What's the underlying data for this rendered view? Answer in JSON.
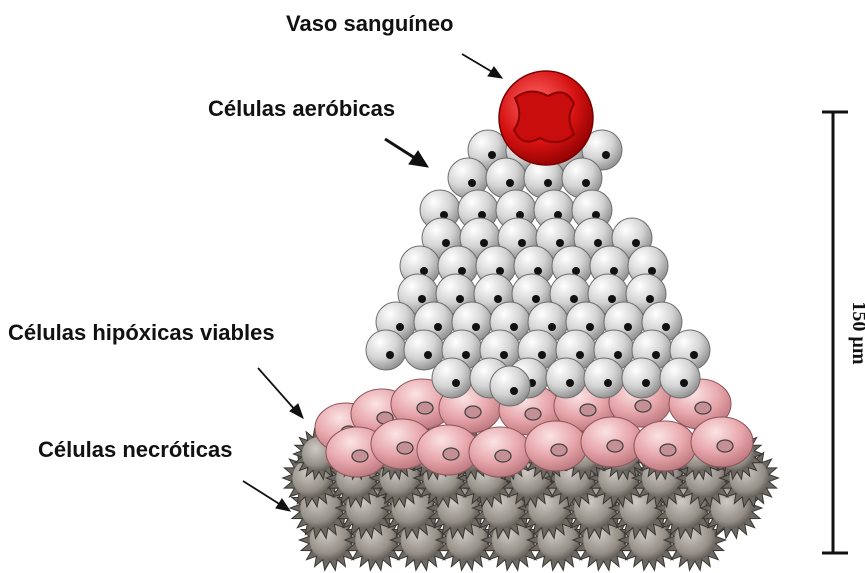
{
  "labels": {
    "vessel": "Vaso sanguíneo",
    "aerobic": "Células aeróbicas",
    "hypoxic": "Células hipóxicas viables",
    "necrotic": "Células necróticas"
  },
  "scale_bar": {
    "text": "150 µm"
  },
  "colors": {
    "vessel": "#d01010",
    "aerobic_cell": "#d9d9d9",
    "hypoxic_cell": "#e8a8ac",
    "necrotic_cell": "#8f8a84"
  }
}
